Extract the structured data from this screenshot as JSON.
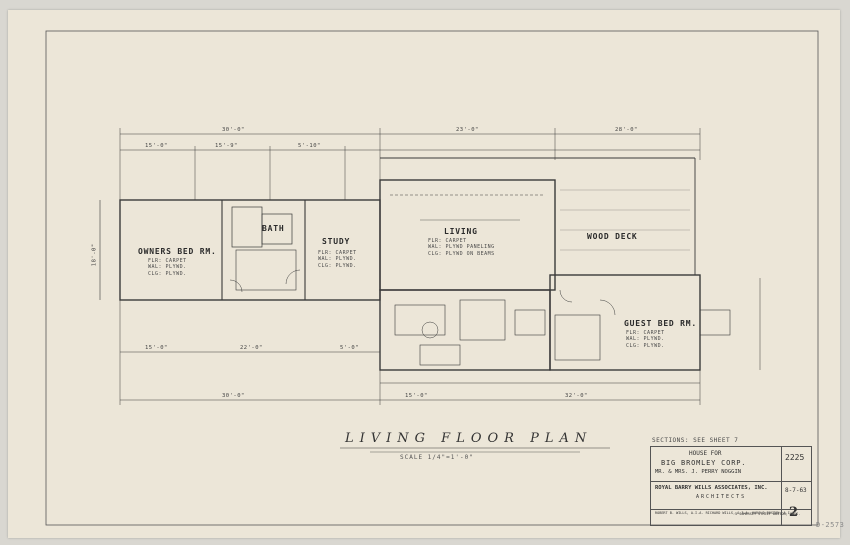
{
  "rooms": {
    "owners_bed": "OWNERS BED RM.",
    "bath": "BATH",
    "study": "STUDY",
    "living": "LIVING",
    "wood_deck": "WOOD DECK",
    "guest_bed": "GUEST BED RM."
  },
  "notes": {
    "owners_bed": "FLR: CARPET\nWAL: PLYWD.\nCLG: PLYWD.",
    "study": "FLR: CARPET\nWAL: PLYWD.\nCLG: PLYWD.",
    "living": "FLR: CARPET\nWAL: PLYWD PANELING\nCLG: PLYWD ON BEAMS",
    "guest_bed": "FLR: CARPET\nWAL: PLYWD.\nCLG: PLYWD."
  },
  "dimensions": {
    "top_overall_left": "30'-0\"",
    "top_overall_mid": "23'-0\"",
    "top_overall_right": "28'-0\"",
    "top_a": "15'-0\"",
    "top_b": "15'-9\"",
    "top_c": "5'-10\"",
    "bottom_overall_left": "30'-0\"",
    "bottom_overall_mid": "15'-0\"",
    "bottom_overall_right": "32'-0\"",
    "bottom_a": "15'-0\"",
    "bottom_b": "22'-0\"",
    "bottom_c": "5'-0\"",
    "side_left": "18'-0\""
  },
  "drawing_title": "LIVING FLOOR PLAN",
  "scale": "SCALE 1/4\"=1'-0\"",
  "sections_ref": "SECTIONS: SEE SHEET 7",
  "title_block": {
    "project_line1": "HOUSE FOR",
    "project_line2": "BIG BROMLEY CORP.",
    "project_line3": "MR. & MRS. J. PERRY NOGGIN",
    "job_no": "2225",
    "firm": "ROYAL BARRY WILLS ASSOCIATES, INC.",
    "firm_sub": "ARCHITECTS",
    "partners": "ROBERT B. WILLS, A.I.A.\nRICHARD WILLS, A.I.A.\nHAROLD BOSTON, A.I.A.",
    "address": "5 SOMERSET STREET\nBOSTON, MASS.",
    "date": "8-7-63",
    "sheet_no": "2"
  },
  "corner_tag": "D-2573"
}
